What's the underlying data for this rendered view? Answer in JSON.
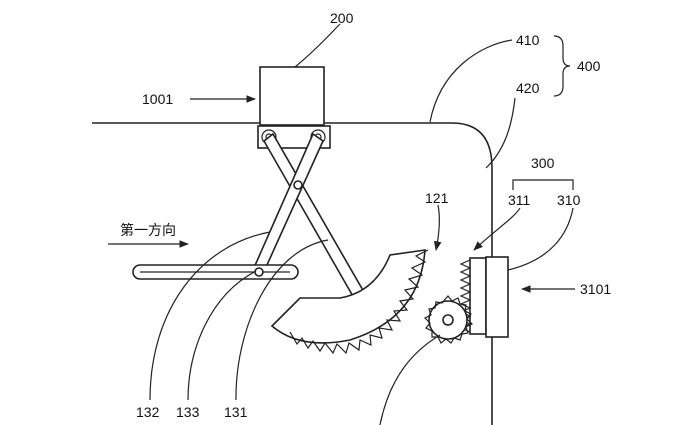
{
  "labels": {
    "l200": "200",
    "l1001": "1001",
    "l410": "410",
    "l420": "420",
    "l400": "400",
    "l300": "300",
    "l311": "311",
    "l310": "310",
    "l121": "121",
    "l3101": "3101",
    "first_direction": "第一方向",
    "l132": "132",
    "l133": "133",
    "l131": "131"
  },
  "colors": {
    "line": "#222222",
    "background": "#ffffff"
  }
}
